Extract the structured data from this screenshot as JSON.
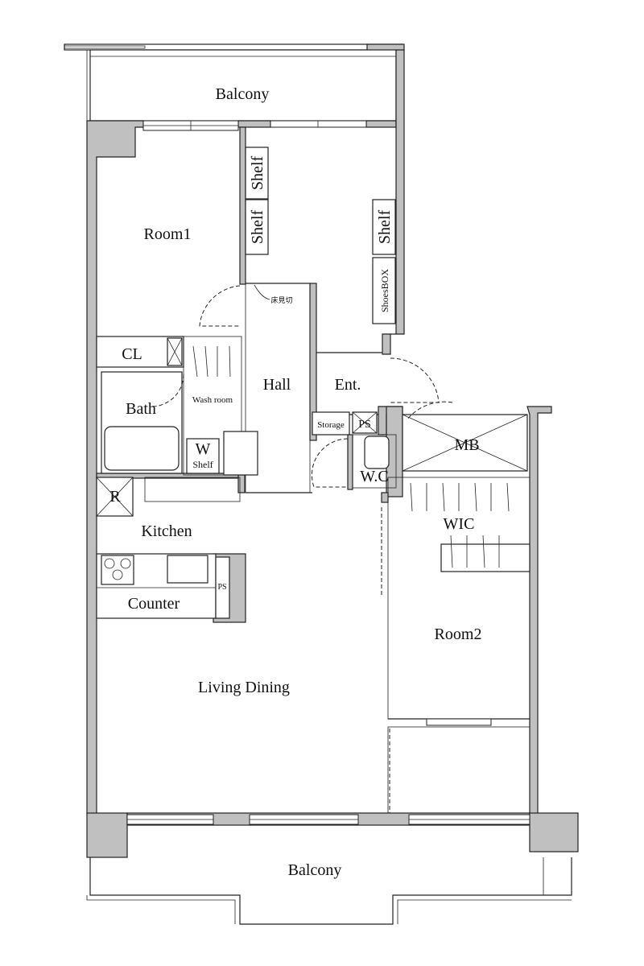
{
  "floor_plan": {
    "rooms": {
      "balcony_top": "Balcony",
      "room1": "Room1",
      "shelf_1": "Shelf",
      "shelf_2": "Shelf",
      "shelf_3": "Shelf",
      "shoes_box": "ShoesBOX",
      "floor_boundary_note": "床見切",
      "closet": "CL",
      "hall": "Hall",
      "entrance": "Ent.",
      "bath": "Bath",
      "wash_room": "Wash room",
      "washer": "W",
      "washer_shelf": "Shelf",
      "storage": "Storage",
      "pipe_space_1": "PS",
      "water_closet": "W.C",
      "meter_box": "MB",
      "walk_in_closet": "WIC",
      "refrigerator": "R",
      "kitchen": "Kitchen",
      "counter": "Counter",
      "pipe_space_2": "PS",
      "room2": "Room2",
      "living_dining": "Living Dining",
      "balcony_bottom": "Balcony"
    }
  }
}
